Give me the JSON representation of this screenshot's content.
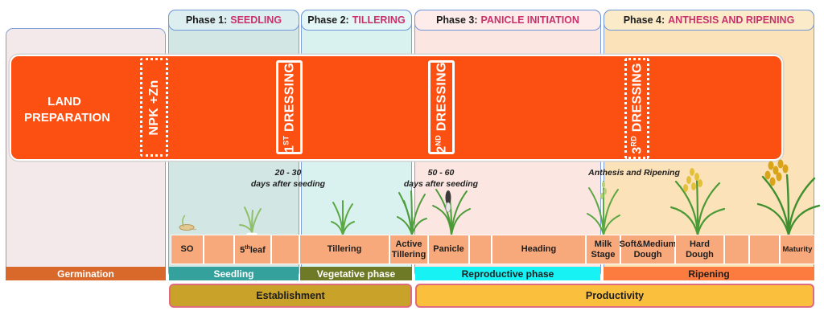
{
  "phases": [
    {
      "label": "Phase 1:",
      "name": "SEEDLING"
    },
    {
      "label": "Phase 2:",
      "name": "TILLERING"
    },
    {
      "label": "Phase 3:",
      "name": "PANICLE INITIATION"
    },
    {
      "label": "Phase 4:",
      "name": "ANTHESIS AND RIPENING"
    }
  ],
  "band": {
    "land_preparation_line1": "LAND",
    "land_preparation_line2": "PREPARATION",
    "basal": "NPK +Zn",
    "dressing1_num": "1",
    "dressing1_sup": "ST",
    "dressing2_num": "2",
    "dressing2_sup": "ND",
    "dressing3_num": "3",
    "dressing3_sup": "RD",
    "dressing_word": " DRESSING"
  },
  "annotations": {
    "first_range": "20 - 30",
    "first_unit": "days after seeding",
    "second_range": "50 - 60",
    "second_unit": "days after seeding",
    "third": "Anthesis and Ripening"
  },
  "stages": {
    "so": "SO",
    "fifth_leaf_num": "5",
    "fifth_leaf_sup": "th",
    "fifth_leaf_word": "leaf",
    "tillering": "Tillering",
    "active_tillering_1": "Active",
    "active_tillering_2": "Tillering",
    "panicle": "Panicle",
    "heading": "Heading",
    "milk_1": "Milk",
    "milk_2": "Stage",
    "soft_1": "Soft&Medium",
    "soft_2": "Dough",
    "hard_1": "Hard",
    "hard_2": "Dough",
    "maturity": "Maturity"
  },
  "categories": {
    "germination": "Germination",
    "seedling": "Seedling",
    "vegetative": "Vegetative phase",
    "reproductive": "Reproductive phase",
    "ripening": "Ripening"
  },
  "groups": {
    "establishment": "Establishment",
    "productivity": "Productivity"
  },
  "colors": {
    "band": "#fc5012",
    "phase_name": "#c8326b",
    "stage_cell": "#f8a97b",
    "germination": "#d9692b",
    "seedling": "#34a19c",
    "vegetative": "#6e7a26",
    "reproductive": "#17f2f5",
    "ripening": "#fb7c3e",
    "establishment": "#c9a229",
    "productivity": "#fbbf3e"
  }
}
